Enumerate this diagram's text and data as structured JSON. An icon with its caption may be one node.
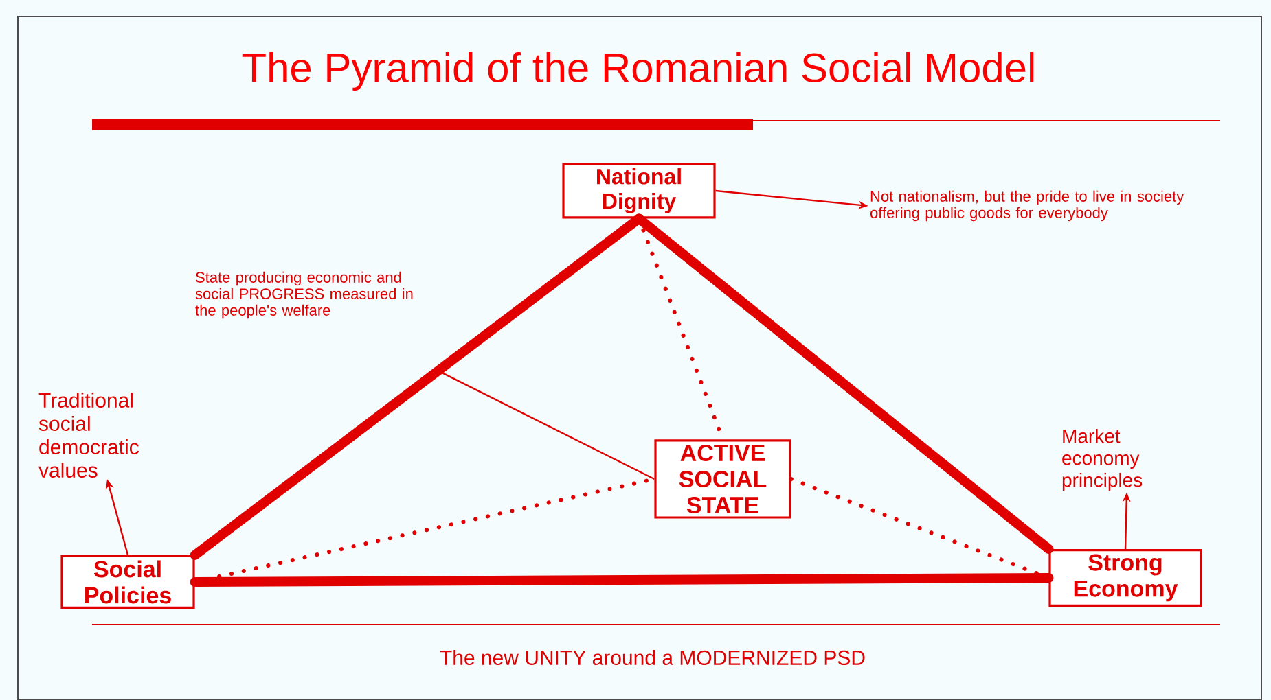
{
  "diagram": {
    "title": "The Pyramid of the Romanian Social Model",
    "caption": "The new UNITY around a MODERNIZED PSD",
    "nodes": [
      {
        "text": [
          "National Dignity"
        ]
      },
      {
        "text": [
          "Not nationalism, but the pride to live in society offering public goods for everybody"
        ]
      },
      {
        "text": [
          "State producing economic and social PROGRESS measured in the people's welfare"
        ]
      },
      {
        "text": [
          "Traditional social democratic values"
        ]
      },
      {
        "text": [
          "Social Policies"
        ]
      },
      {
        "text": [
          "ACTIVE SOCIAL STATE"
        ]
      },
      {
        "text": [
          "Market economy principles"
        ]
      },
      {
        "text": [
          "Strong Economy"
        ]
      }
    ],
    "edges": [
      {
        "from": 0,
        "to": 1,
        "arrow": "to"
      },
      {
        "from": 0,
        "to": 4,
        "arrow": "none",
        "style": "thick"
      },
      {
        "from": 0,
        "to": 7,
        "arrow": "none",
        "style": "thick"
      },
      {
        "from": 4,
        "to": 7,
        "arrow": "none",
        "style": "thick"
      },
      {
        "from": 0,
        "to": 5,
        "arrow": "none",
        "style": "dashed"
      },
      {
        "from": 4,
        "to": 5,
        "arrow": "none",
        "style": "dashed"
      },
      {
        "from": 5,
        "to": 7,
        "arrow": "none",
        "style": "dashed"
      },
      {
        "from": 2,
        "to": 5,
        "arrow": "none"
      },
      {
        "from": 4,
        "to": 3,
        "arrow": "to"
      },
      {
        "from": 7,
        "to": 6,
        "arrow": "to"
      }
    ]
  }
}
